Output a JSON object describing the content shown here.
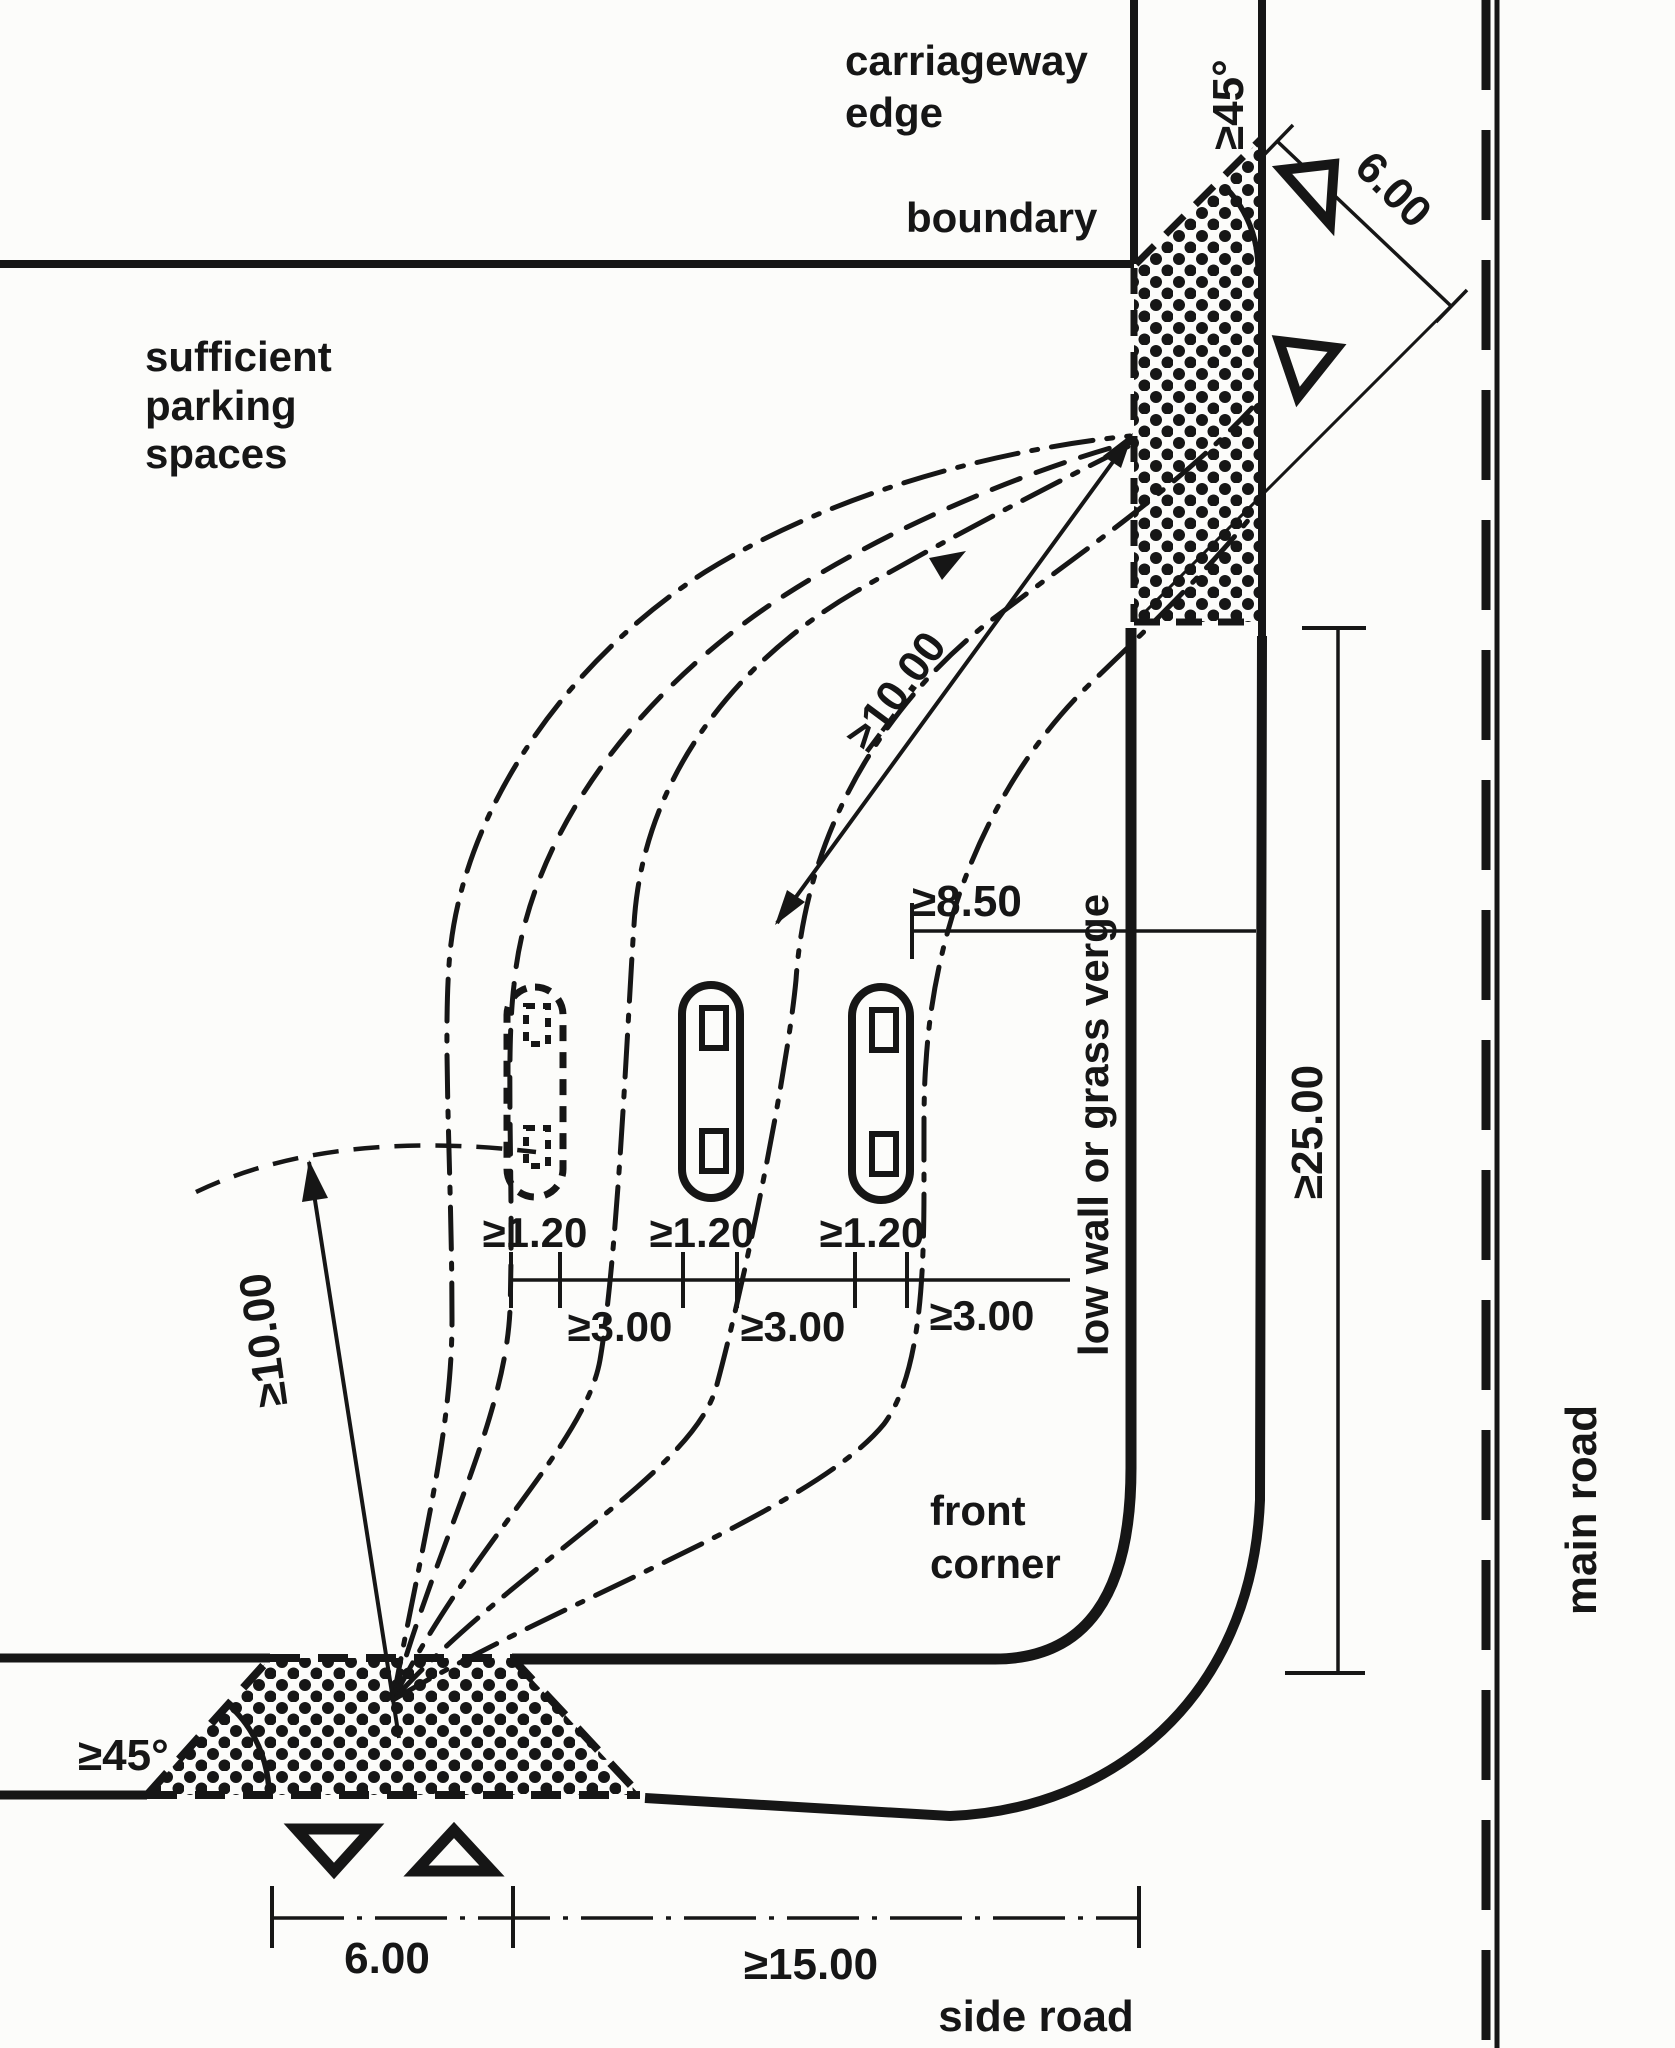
{
  "colors": {
    "ink": "#161616",
    "paper": "#fcfcfa"
  },
  "labels": {
    "carriageway_edge": [
      "carriageway",
      "edge"
    ],
    "boundary": "boundary",
    "parking_note": [
      "sufficient",
      "parking",
      "spaces"
    ],
    "front_corner": [
      "front",
      "corner"
    ],
    "verge_note": "low wall or grass verge",
    "main_road": "main road",
    "side_road": "side road"
  },
  "dimensions": {
    "splay_angle_main": "≥45°",
    "splay_angle_side": "≥45°",
    "access_width_main": "6.00",
    "access_width_side": "6.00",
    "sight_distance_main": "≥10.00",
    "sight_distance_side": "≥10.00",
    "parking_setback": "≥8.50",
    "frontage_clearance_main": "≥25.00",
    "corner_clearance_side": "≥15.00",
    "stall_widths": [
      "≥1.20",
      "≥1.20",
      "≥1.20"
    ],
    "stall_gaps": [
      "≥3.00",
      "≥3.00",
      "≥3.00"
    ]
  },
  "icons": {
    "give_way_marking": "outlined-triangle-road-marking",
    "car_symbol": "rounded-rect-vehicle-plan"
  }
}
